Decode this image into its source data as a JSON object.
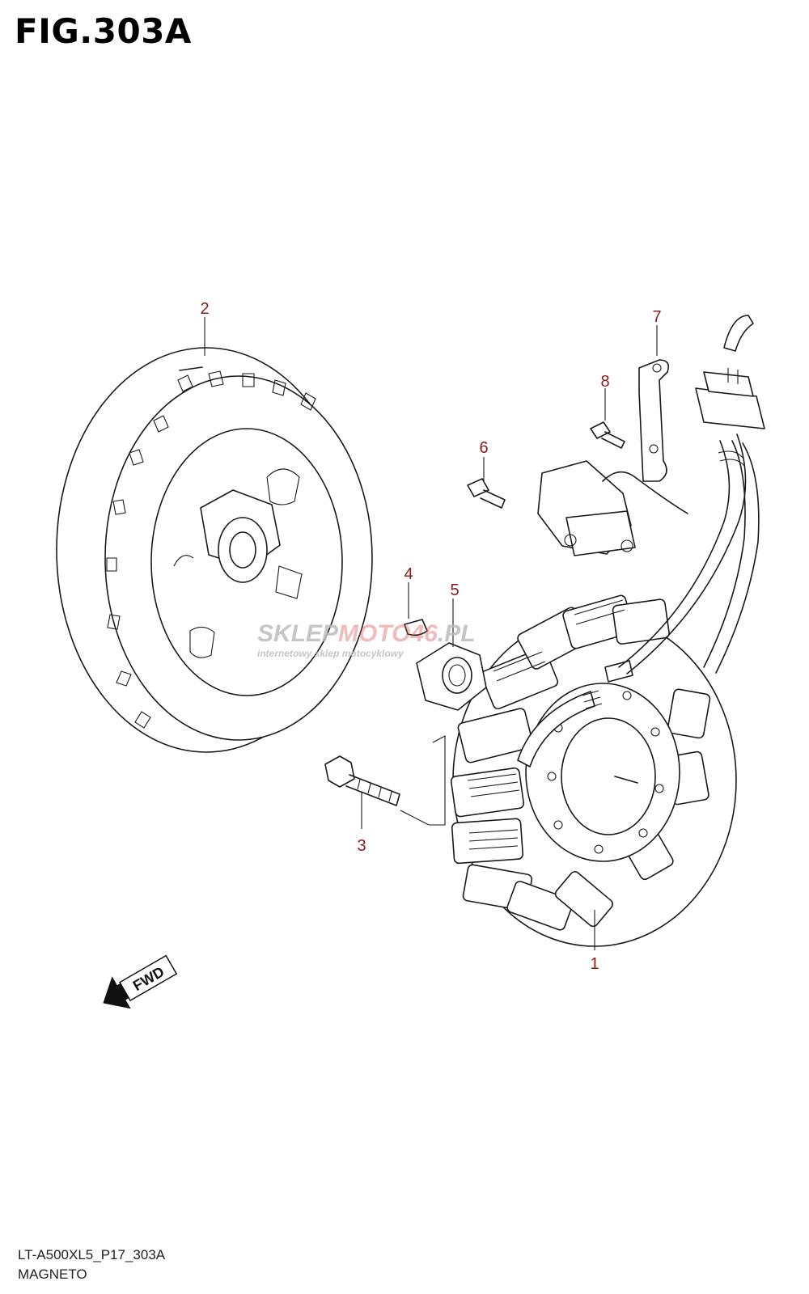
{
  "figure": {
    "title": "FIG.303A"
  },
  "watermark": {
    "brand_prefix": "SKLEP",
    "brand_mid": "MOTO",
    "brand_num": "46",
    "brand_tld": ".PL",
    "tagline": "internetowy sklep motocyklowy"
  },
  "callouts": [
    {
      "id": "1",
      "label": "1"
    },
    {
      "id": "2",
      "label": "2"
    },
    {
      "id": "3",
      "label": "3"
    },
    {
      "id": "4",
      "label": "4"
    },
    {
      "id": "5",
      "label": "5"
    },
    {
      "id": "6",
      "label": "6"
    },
    {
      "id": "7",
      "label": "7"
    },
    {
      "id": "8",
      "label": "8"
    }
  ],
  "fwd_arrow": {
    "label": "FWD"
  },
  "footer": {
    "code": "LT-A500XL5_P17_303A",
    "name": "MAGNETO"
  },
  "colors": {
    "callout": "#8b1a1a",
    "line": "#1a1a1a",
    "watermark": "#bdbdbd"
  }
}
